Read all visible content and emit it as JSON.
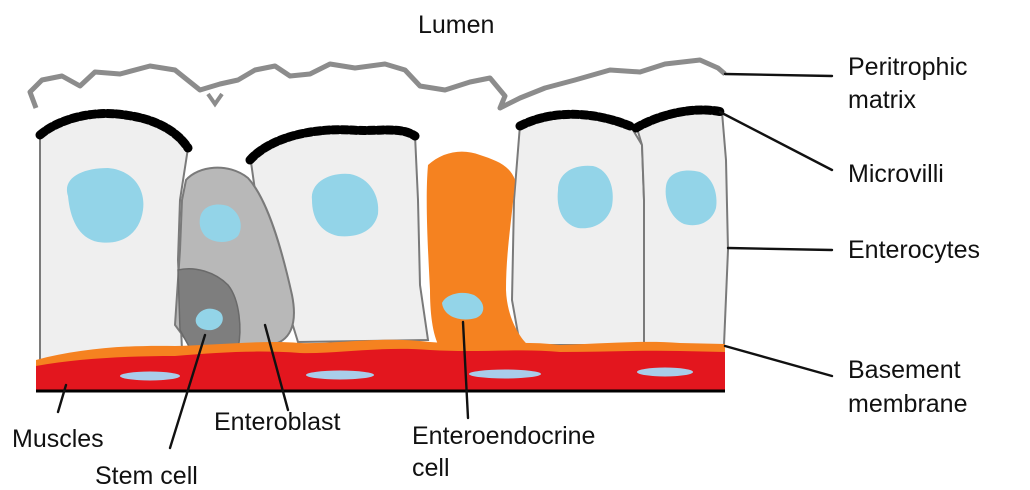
{
  "labels": {
    "lumen": "Lumen",
    "peritrophic_line1": "Peritrophic",
    "peritrophic_line2": "matrix",
    "microvilli": "Microvilli",
    "enterocytes": "Enterocytes",
    "basement_line1": "Basement",
    "basement_line2": "membrane",
    "muscles": "Muscles",
    "stem_cell": "Stem cell",
    "enteroblast": "Enteroblast",
    "enteroendocrine_line1": "Enteroendocrine",
    "enteroendocrine_line2": "cell"
  },
  "colors": {
    "background": "#ffffff",
    "enterocyte_fill": "#efefef",
    "cell_outline": "#7a7a7a",
    "nucleus": "#93d4e8",
    "peritrophic_matrix": "#8c8c8c",
    "microvilli": "#000000",
    "enteroblast": "#b8b8b8",
    "stem_cell": "#7e7e7e",
    "enteroendocrine": "#f58220",
    "basement_orange": "#f58220",
    "muscle_red": "#e3161e",
    "base_line": "#000000"
  }
}
